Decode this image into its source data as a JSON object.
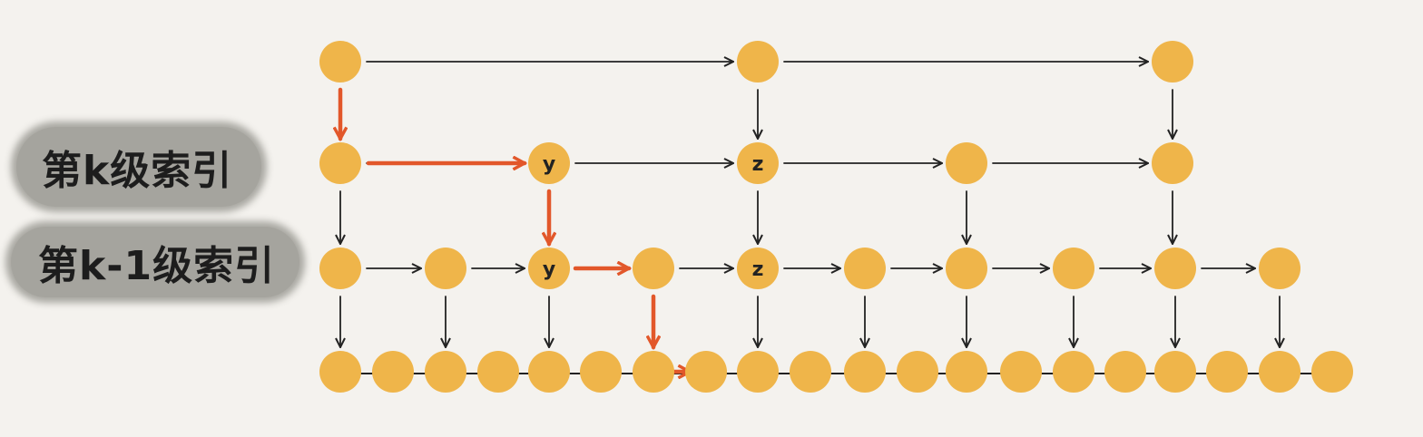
{
  "labels": {
    "level_k": "第k级索引",
    "level_k_minus_1": "第k-1级索引"
  },
  "node_labels": {
    "y": "y",
    "z": "z"
  },
  "colors": {
    "background": "#f4f2ee",
    "node": "#efb54a",
    "arrow": "#222222",
    "search_path": "#e2572a",
    "label_blob": "#a5a49e"
  }
}
